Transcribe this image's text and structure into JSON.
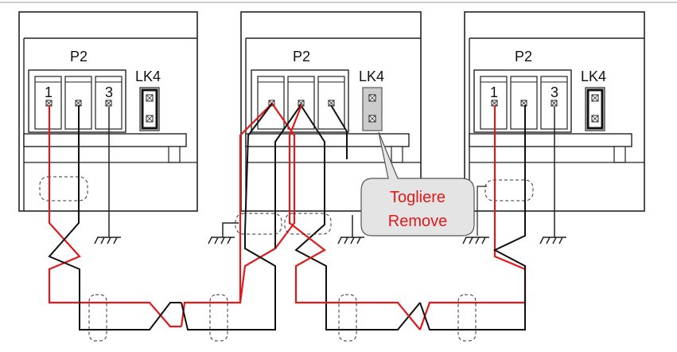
{
  "colors": {
    "wire_a": "#e01a1a",
    "wire_b": "#111111",
    "device_outline": "#222222",
    "jumper_removed": "#cccccc",
    "callout_fill": "#e4e4e4",
    "callout_text": "#e01a1a"
  },
  "devices": [
    {
      "title": "P2",
      "link_label": "LK4",
      "pins": [
        "1",
        "",
        "3"
      ],
      "jumper_state": "fitted"
    },
    {
      "title": "P2",
      "link_label": "LK4",
      "pins": [
        "",
        "",
        ""
      ],
      "jumper_state": "removed"
    },
    {
      "title": "P2",
      "link_label": "LK4",
      "pins": [
        "1",
        "",
        "3"
      ],
      "jumper_state": "fitted"
    }
  ],
  "callout": {
    "line1": "Togliere",
    "line2": "Remove"
  },
  "icons": [
    "ground-icon",
    "cable-shield-icon",
    "jumper-icon"
  ]
}
